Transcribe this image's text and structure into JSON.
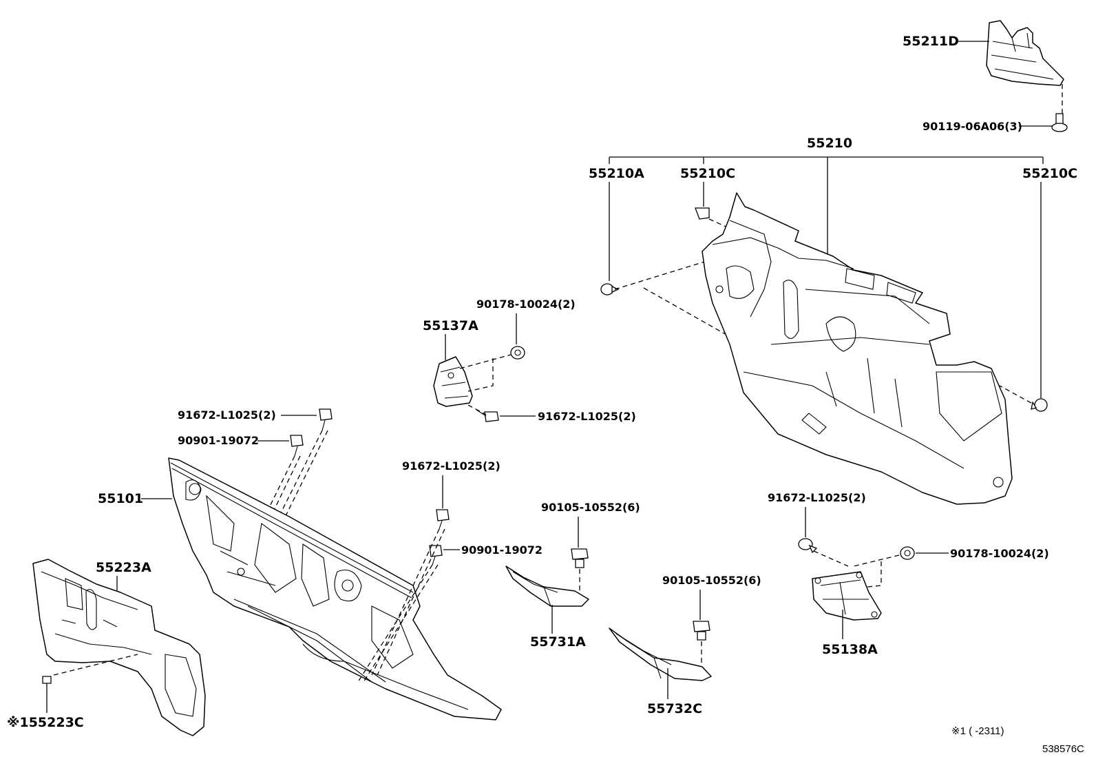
{
  "diagram": {
    "footer": {
      "note": "※1 (   -2311)",
      "illustration_code": "538576C"
    },
    "labels": {
      "p55211D": "55211D",
      "p90119": "90119-06A06(3)",
      "p55210": "55210",
      "p55210A": "55210A",
      "p55210C_left": "55210C",
      "p55210C_right": "55210C",
      "p90178_top": "90178-10024(2)",
      "p55137A": "55137A",
      "p91672_mid": "91672-L1025(2)",
      "p91672_left": "91672-L1025(2)",
      "p90901_left": "90901-19072",
      "p55101": "55101",
      "p91672_center": "91672-L1025(2)",
      "p90901_center": "90901-19072",
      "p90105_a": "90105-10552(6)",
      "p55731A": "55731A",
      "p90105_b": "90105-10552(6)",
      "p55732C": "55732C",
      "p91672_right": "91672-L1025(2)",
      "p90178_right": "90178-10024(2)",
      "p55138A": "55138A",
      "p55223A": "55223A",
      "p55223C": "※155223C"
    }
  }
}
